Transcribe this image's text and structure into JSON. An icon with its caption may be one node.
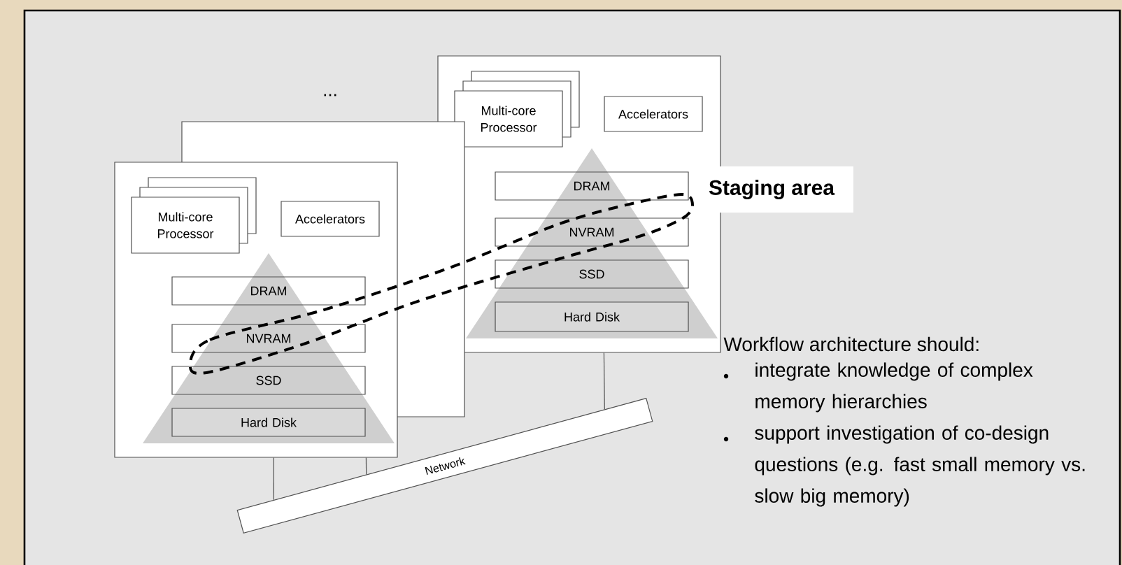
{
  "diagram": {
    "nodes": [
      {
        "text": [],
        "shape": "box"
      },
      {
        "text": [
          "Multi-core Processor"
        ],
        "in": 0
      },
      {
        "text": [
          "Accelerators"
        ]
      },
      {
        "text": [
          "DRAM"
        ]
      },
      {
        "text": [
          "NVRAM"
        ]
      },
      {
        "text": [
          "SSD"
        ]
      },
      {
        "text": [
          "Hard Disk"
        ],
        "in": 0
      },
      {
        "text": [],
        "shape": "box"
      },
      {
        "text": [],
        "shape": "box"
      },
      {
        "text": [
          "Multi-core Processor"
        ],
        "in": 8
      },
      {
        "text": [
          "Accelerators"
        ],
        "in": 8
      },
      {
        "text": [
          "DRAM"
        ],
        "in": 8
      },
      {
        "text": [
          "NVRAM"
        ],
        "in": 8
      },
      {
        "text": [
          "SSD"
        ],
        "in": 8
      },
      {
        "text": [
          "Hard Disk"
        ],
        "in": 8
      },
      {
        "text": [
          "Network"
        ]
      },
      {
        "text": [
          "Staging area"
        ]
      }
    ],
    "edges": [
      {
        "from": 0,
        "to": 15,
        "arrow": "none"
      },
      {
        "from": 0,
        "to": 15,
        "arrow": "none"
      },
      {
        "from": 8,
        "to": 15,
        "arrow": "none"
      }
    ],
    "labels": [
      "...",
      "Workflow architecture should:",
      "integrate knowledge of complex memory hierarchies",
      "support investigation of co-design questions (e.g. fast small memory vs. slow big memory)"
    ]
  }
}
